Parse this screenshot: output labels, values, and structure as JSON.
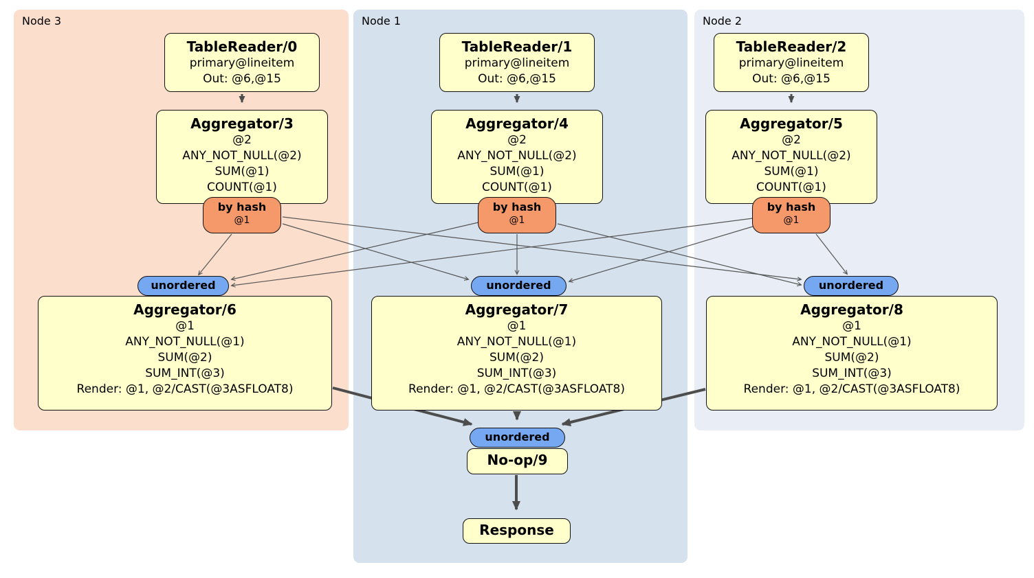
{
  "panels": [
    {
      "label": "Node 3"
    },
    {
      "label": "Node 1"
    },
    {
      "label": "Node 2"
    }
  ],
  "table_readers": [
    {
      "title": "TableReader/0",
      "lines": [
        "primary@lineitem",
        "Out: @6,@15"
      ]
    },
    {
      "title": "TableReader/1",
      "lines": [
        "primary@lineitem",
        "Out: @6,@15"
      ]
    },
    {
      "title": "TableReader/2",
      "lines": [
        "primary@lineitem",
        "Out: @6,@15"
      ]
    }
  ],
  "top_aggregators": [
    {
      "title": "Aggregator/3",
      "lines": [
        "@2",
        "ANY_NOT_NULL(@2)",
        "SUM(@1)",
        "COUNT(@1)"
      ]
    },
    {
      "title": "Aggregator/4",
      "lines": [
        "@2",
        "ANY_NOT_NULL(@2)",
        "SUM(@1)",
        "COUNT(@1)"
      ]
    },
    {
      "title": "Aggregator/5",
      "lines": [
        "@2",
        "ANY_NOT_NULL(@2)",
        "SUM(@1)",
        "COUNT(@1)"
      ]
    }
  ],
  "routers": [
    {
      "label": "by hash",
      "key": "@1"
    },
    {
      "label": "by hash",
      "key": "@1"
    },
    {
      "label": "by hash",
      "key": "@1"
    }
  ],
  "streams": [
    {
      "label": "unordered"
    },
    {
      "label": "unordered"
    },
    {
      "label": "unordered"
    },
    {
      "label": "unordered"
    }
  ],
  "bottom_aggregators": [
    {
      "title": "Aggregator/6",
      "lines": [
        "@1",
        "ANY_NOT_NULL(@1)",
        "SUM(@2)",
        "SUM_INT(@3)",
        "Render: @1, @2/CAST(@3ASFLOAT8)"
      ]
    },
    {
      "title": "Aggregator/7",
      "lines": [
        "@1",
        "ANY_NOT_NULL(@1)",
        "SUM(@2)",
        "SUM_INT(@3)",
        "Render: @1, @2/CAST(@3ASFLOAT8)"
      ]
    },
    {
      "title": "Aggregator/8",
      "lines": [
        "@1",
        "ANY_NOT_NULL(@1)",
        "SUM(@2)",
        "SUM_INT(@3)",
        "Render: @1, @2/CAST(@3ASFLOAT8)"
      ]
    }
  ],
  "noop": {
    "title": "No-op/9"
  },
  "response": {
    "title": "Response"
  },
  "colors": {
    "node3_bg": "#fbdfcc",
    "node1_bg": "#d5e1ec",
    "node2_bg": "#e9edf6",
    "processor_fill": "#ffffcc",
    "router_fill": "#f5996a",
    "stream_fill": "#76a8f2",
    "edge_thin": "#555555",
    "edge_thick": "#4d4d4d",
    "border": "#111111"
  }
}
